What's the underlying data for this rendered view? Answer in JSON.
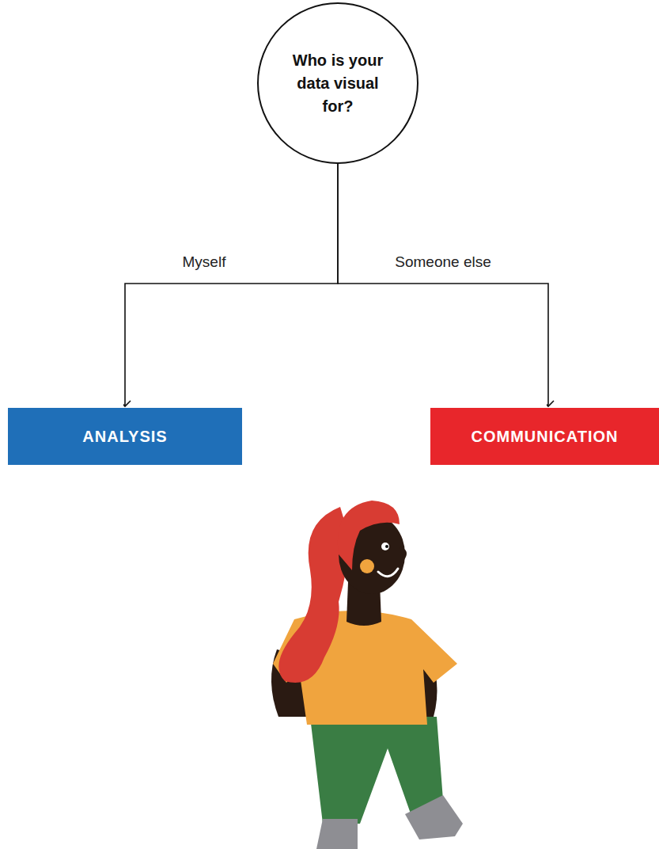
{
  "diagram": {
    "nodes": [
      {
        "text": [
          "Who is your data visual for?"
        ]
      },
      {
        "text": [
          "ANALYSIS"
        ]
      },
      {
        "text": [
          "COMMUNICATION"
        ]
      }
    ],
    "edges": [
      {
        "from": 0,
        "to": 1,
        "arrow": "to",
        "label": "Myself"
      },
      {
        "from": 0,
        "to": 2,
        "arrow": "to",
        "label": "Someone else"
      }
    ]
  }
}
